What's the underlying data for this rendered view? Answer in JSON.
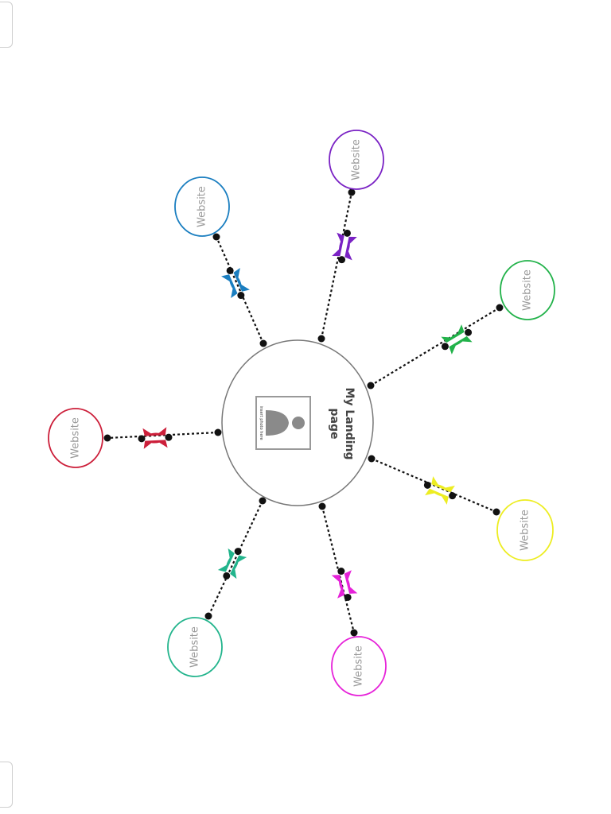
{
  "center": {
    "title_line1": "My Landing",
    "title_line2": "page",
    "photo_caption": "insert photo here"
  },
  "nodes": [
    {
      "id": "red",
      "label": "Website",
      "color": "#cc1f3a"
    },
    {
      "id": "blue",
      "label": "Website",
      "color": "#1a7ec0"
    },
    {
      "id": "purple",
      "label": "Website",
      "color": "#7a22c4"
    },
    {
      "id": "green",
      "label": "Website",
      "color": "#22b24a"
    },
    {
      "id": "yellow",
      "label": "Website",
      "color": "#eded22"
    },
    {
      "id": "magenta",
      "label": "Website",
      "color": "#e622d9"
    },
    {
      "id": "teal",
      "label": "Website",
      "color": "#22b48c"
    }
  ]
}
